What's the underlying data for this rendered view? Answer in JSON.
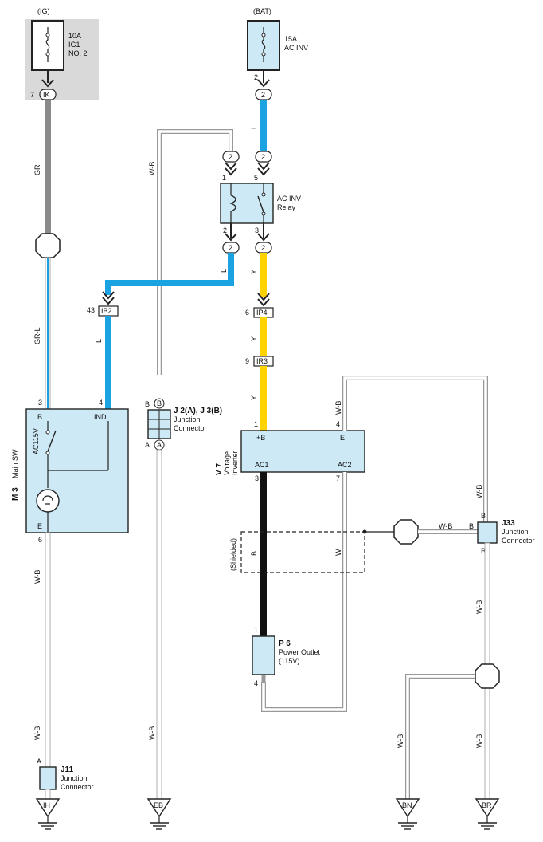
{
  "colors": {
    "wire_blue": "#1aa3e0",
    "wire_yellow": "#ffd300",
    "wire_gray": "#8a8a8a",
    "wire_black": "#111111",
    "component_fill": "#cde9f6",
    "ig_box_fill": "#d9d9d9"
  },
  "sources": {
    "ig": "(IG)",
    "bat": "(BAT)"
  },
  "fuses": {
    "ig_fuse": {
      "line1": "10A",
      "line2": "IG1",
      "line3": "NO. 2",
      "pin": "7",
      "connector": "IK"
    },
    "bat_fuse": {
      "line1": "15A",
      "line2": "AC INV",
      "pin": "2",
      "connector": "2"
    }
  },
  "relay": {
    "line1": "AC INV",
    "line2": "Relay",
    "pin_top_left": "1",
    "pin_top_right": "5",
    "pin_bottom_left": "2",
    "pin_bottom_right": "3",
    "conn_label": "2"
  },
  "connectors": {
    "ib2": {
      "code": "IB2",
      "pin": "43"
    },
    "ip4": {
      "code": "IP4",
      "pin": "6"
    },
    "ir3": {
      "code": "IR3",
      "pin": "9"
    }
  },
  "main_sw": {
    "ref": "M 3",
    "name": "Main SW",
    "pin_b": "3",
    "pin_ind": "4",
    "pin_e": "6",
    "term_b": "B",
    "term_ind": "IND",
    "term_e": "E",
    "switch_label": "AC115V"
  },
  "junction_j2j3": {
    "ref": "J 2(A), J 3(B)",
    "name": "Junction",
    "name2": "Connector",
    "pin_b": "B",
    "pin_a": "A",
    "pin_b_side": "B",
    "pin_a_side": "A"
  },
  "inverter": {
    "ref": "V 7",
    "name": "Voltage",
    "name2": "Inverter",
    "term_b": "+B",
    "term_e": "E",
    "term_ac1": "AC1",
    "term_ac2": "AC2",
    "pin_b": "1",
    "pin_e": "4",
    "pin_ac1": "3",
    "pin_ac2": "7"
  },
  "outlet": {
    "ref": "P 6",
    "name": "Power Outlet",
    "name2": "(115V)",
    "pin_top": "1",
    "pin_bottom": "4"
  },
  "shielded": {
    "label": "(Shielded)",
    "wire_b": "B",
    "wire_w": "W"
  },
  "j33": {
    "ref": "J33",
    "name": "Junction",
    "name2": "Connector",
    "pin_b1": "B",
    "pin_b2": "B",
    "pin_b3": "B"
  },
  "j11": {
    "ref": "J11",
    "name": "Junction",
    "name2": "Connector",
    "pin_a": "A"
  },
  "wire_colors": {
    "gr": "GR",
    "gr_l": "GR-L",
    "l1": "L",
    "l2": "L",
    "l3": "L",
    "y1": "Y",
    "y2": "Y",
    "y3": "Y",
    "wb_left1": "W-B",
    "wb_left2": "W-B",
    "wb_j2": "W-B",
    "wb_j2b": "W-B",
    "wb_e": "W-B",
    "wb_shield": "W-B",
    "wb_r1": "W-B",
    "wb_r2": "W-B",
    "wb_r3": "W-B",
    "wb_bn": "W-B"
  },
  "grounds": {
    "ih": "IH",
    "eb": "EB",
    "bn": "BN",
    "br": "BR"
  }
}
